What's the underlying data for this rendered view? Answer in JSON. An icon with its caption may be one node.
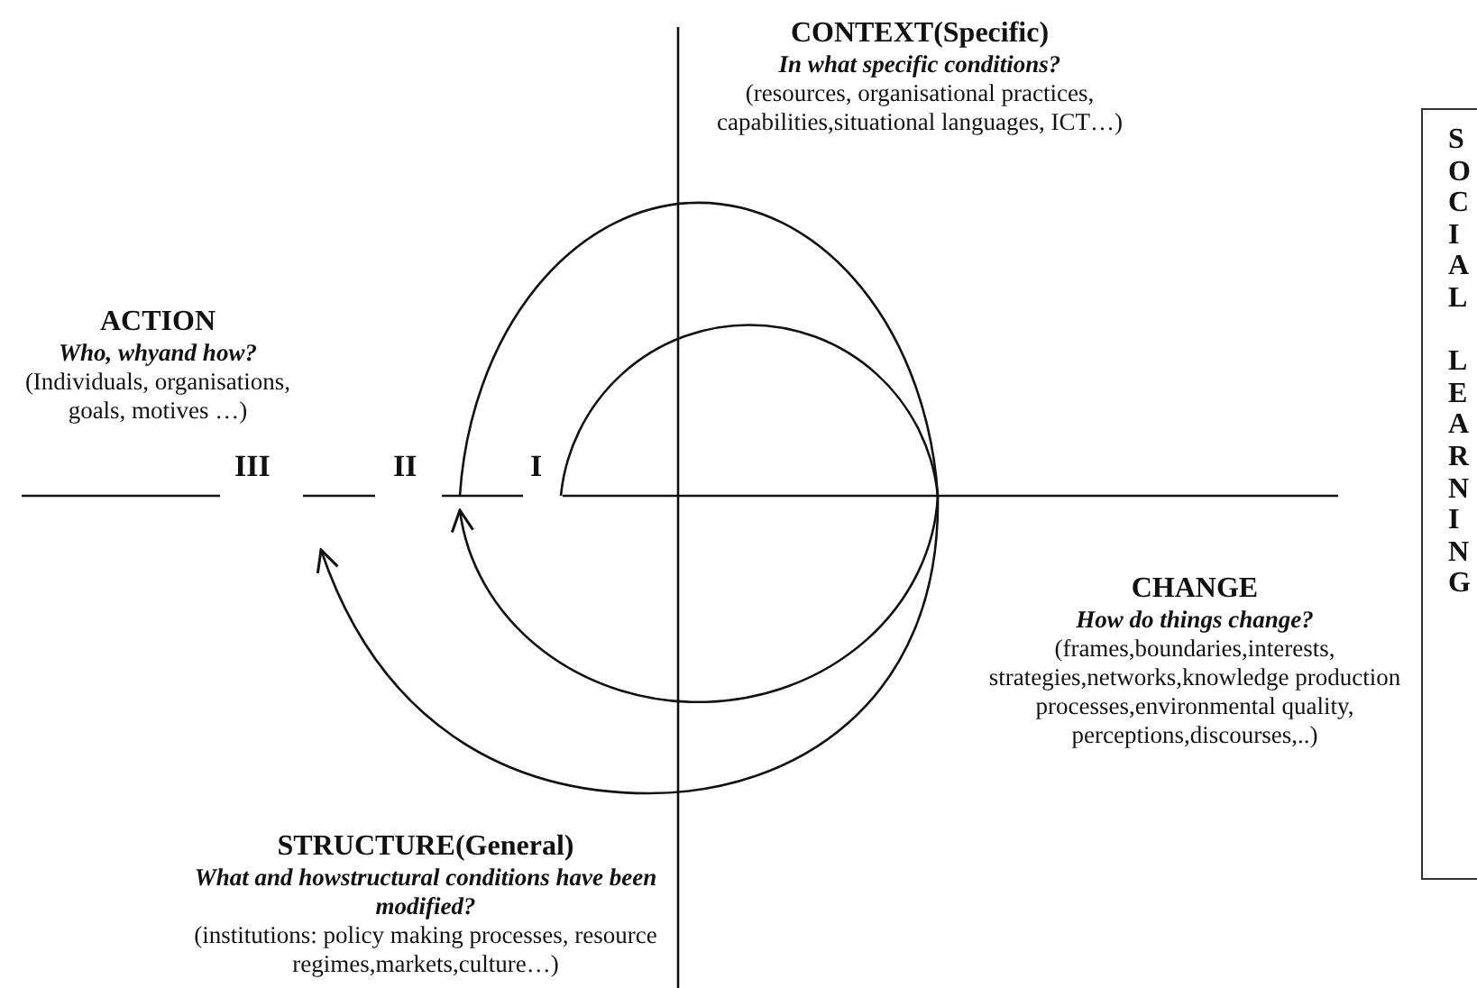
{
  "diagram": {
    "nodes": [
      {
        "text": [
          "SOCIAL LEARNING"
        ]
      }
    ],
    "labels": [
      "CONTEXT(Specific)",
      "In what specific conditions?",
      "(resources, organisational practices, capabilities,situational languages, ICT…)",
      "ACTION",
      "Who, whyand how?",
      "(Individuals, organisations, goals, motives …)",
      "III",
      "II",
      "I",
      "CHANGE",
      "How do things change?",
      "(frames,boundaries,interests, strategies,networks,knowledge production processes,environmental quality, perceptions,discourses,..)",
      "STRUCTURE(General)",
      "What and howstructural conditions have been modified?",
      "(institutions: policy making processes, resource regimes,markets,culture…)"
    ]
  }
}
